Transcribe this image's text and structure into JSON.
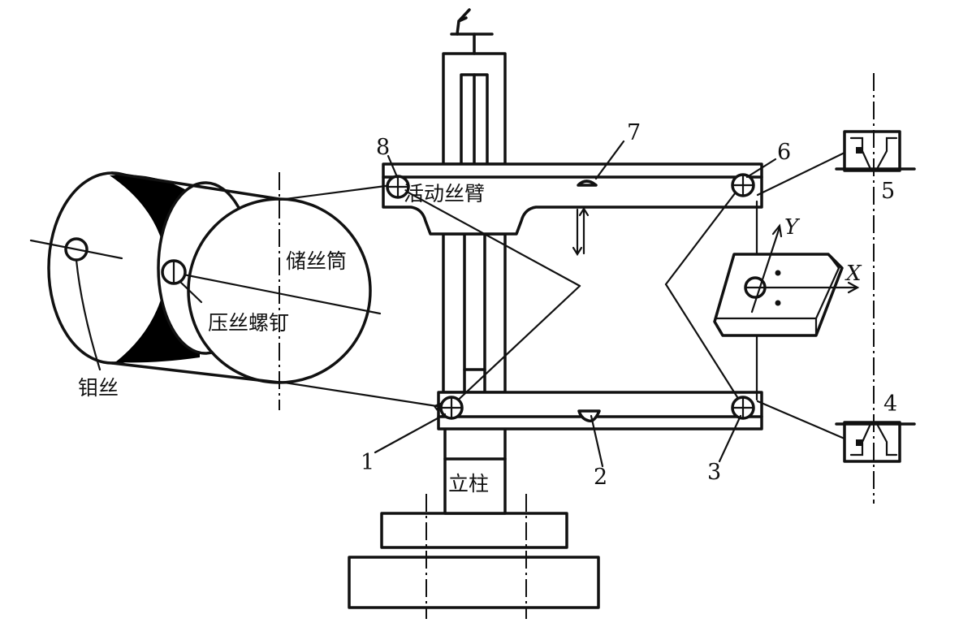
{
  "labels": {
    "arm": "活动丝臂",
    "drum": "储丝筒",
    "screw": "压丝螺钉",
    "wire": "钼丝",
    "column": "立柱"
  },
  "numbers": {
    "n1": "1",
    "n2": "2",
    "n3": "3",
    "n4": "4",
    "n5": "5",
    "n6": "6",
    "n7": "7",
    "n8": "8"
  },
  "axes": {
    "x": "X",
    "y": "Y"
  },
  "colors": {
    "ink": "#111111",
    "background": "#ffffff",
    "wire_coil": "#000000"
  }
}
